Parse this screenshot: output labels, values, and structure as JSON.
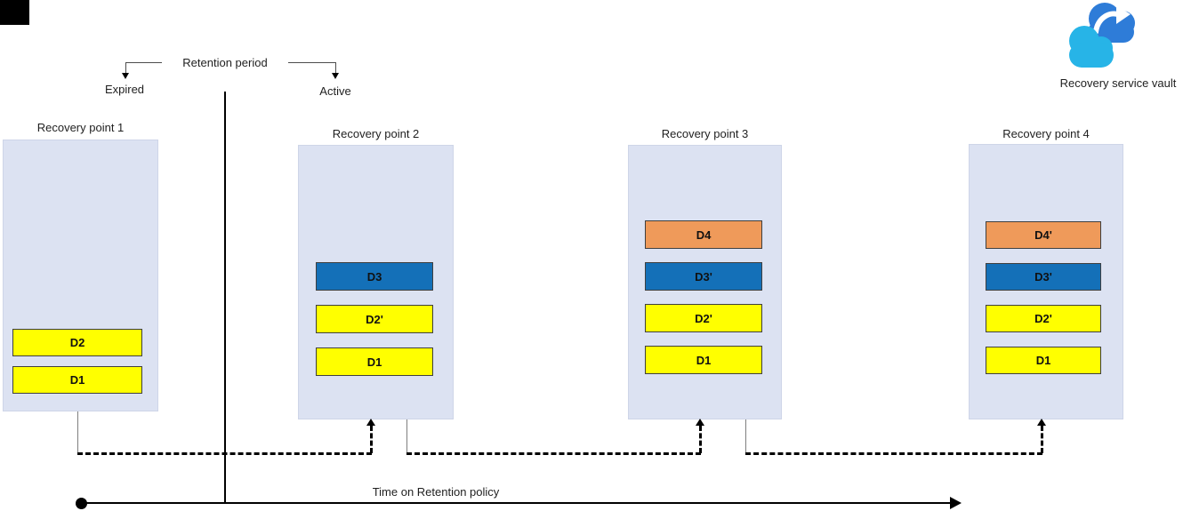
{
  "header": {
    "retention_period_label": "Retention period",
    "expired_label": "Expired",
    "active_label": "Active"
  },
  "vault": {
    "label": "Recovery service vault"
  },
  "recovery_points": [
    {
      "label": "Recovery point 1",
      "bars": [
        {
          "label": "D2",
          "color": "yellow"
        },
        {
          "label": "D1",
          "color": "yellow"
        }
      ]
    },
    {
      "label": "Recovery point 2",
      "bars": [
        {
          "label": "D3",
          "color": "blue"
        },
        {
          "label": "D2'",
          "color": "yellow"
        },
        {
          "label": "D1",
          "color": "yellow"
        }
      ]
    },
    {
      "label": "Recovery point 3",
      "bars": [
        {
          "label": "D4",
          "color": "orange"
        },
        {
          "label": "D3'",
          "color": "blue"
        },
        {
          "label": "D2'",
          "color": "yellow"
        },
        {
          "label": "D1",
          "color": "yellow"
        }
      ]
    },
    {
      "label": "Recovery point 4",
      "bars": [
        {
          "label": "D4'",
          "color": "orange"
        },
        {
          "label": "D3'",
          "color": "blue"
        },
        {
          "label": "D2'",
          "color": "yellow"
        },
        {
          "label": "D1",
          "color": "yellow"
        }
      ]
    }
  ],
  "timeline": {
    "label": "Time on Retention policy"
  },
  "colors": {
    "yellow": "#FFFF00",
    "blue": "#1470B8",
    "orange": "#EF9A5A",
    "box_fill": "#DCE2F2",
    "vault_back_cloud": "#2E7CD8",
    "vault_front_cloud": "#27B4E7"
  }
}
